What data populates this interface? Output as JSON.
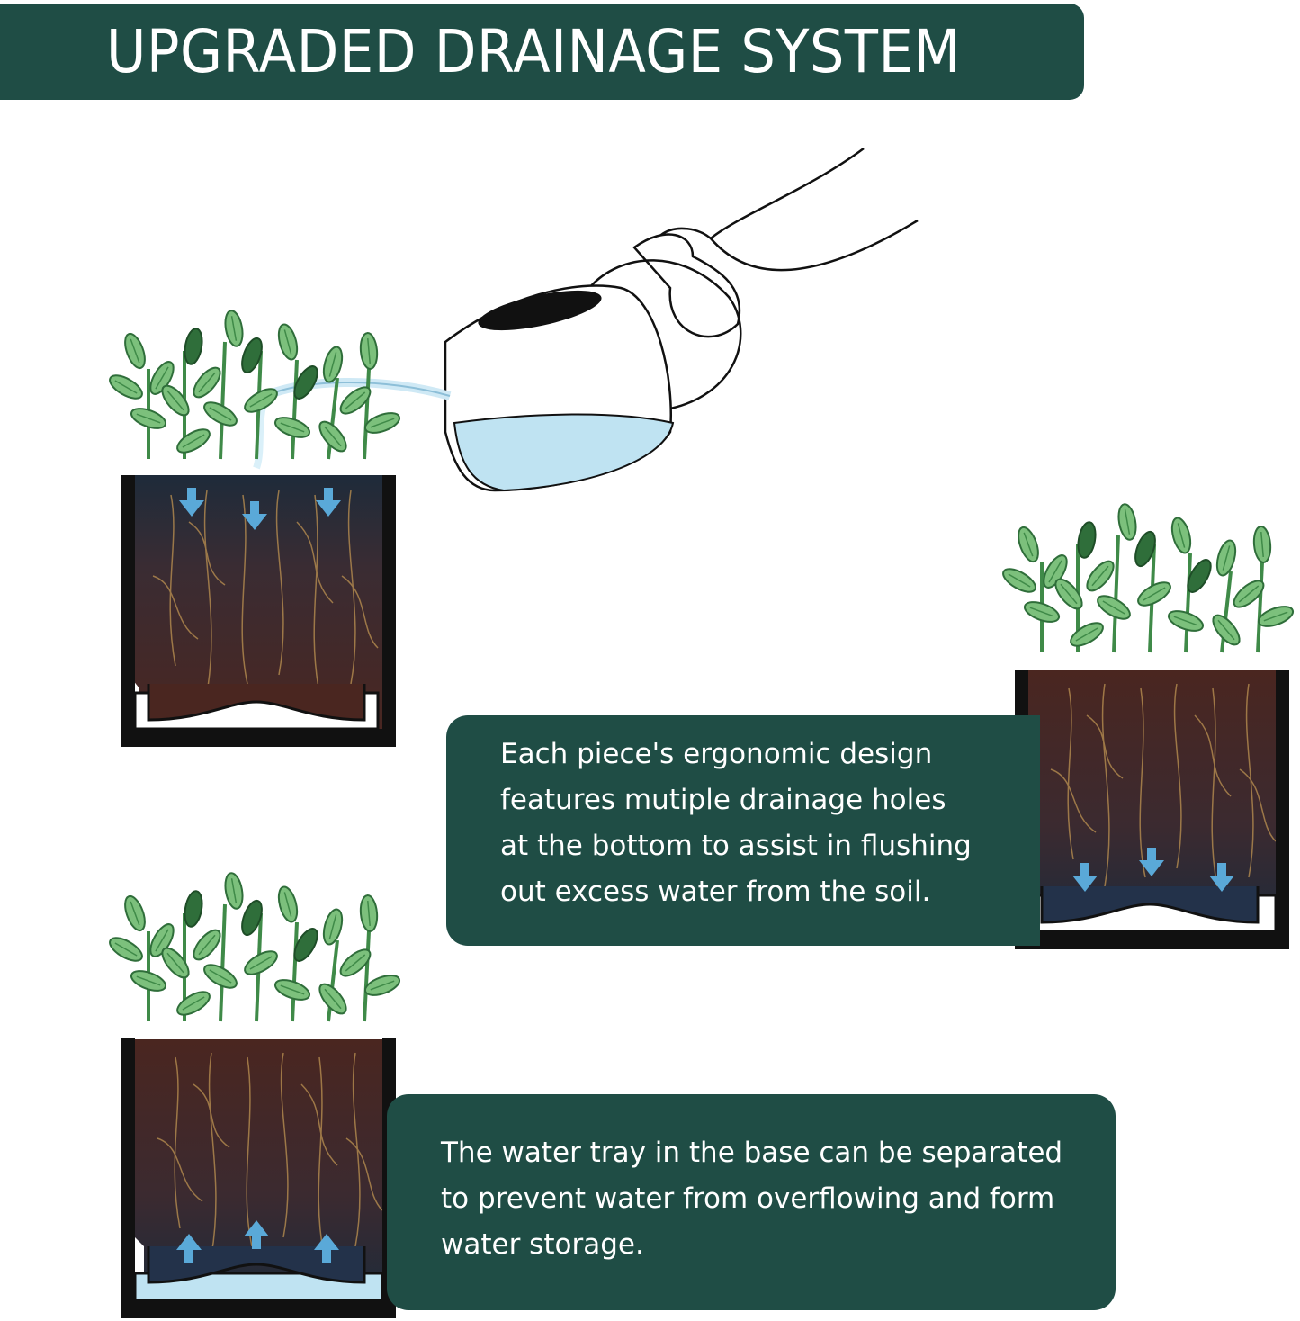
{
  "title": "UPGRADED DRAINAGE SYSTEM",
  "callouts": [
    {
      "text": "Each piece's ergonomic design\nfeatures mutiple drainage holes\nat the bottom to assist in flushing\nout excess water from the soil."
    },
    {
      "text": "The water tray in the base can be separated\nto prevent water from overflowing and form\nwater storage."
    }
  ],
  "colors": {
    "banner": "#1f4d45",
    "leaf_light": "#7cc07c",
    "leaf_dark": "#2f6e3a",
    "soil": "#4a2a22",
    "water": "#bfe3f2",
    "arrow": "#5aa9d8"
  },
  "illustrations": [
    {
      "name": "watering-can-hand",
      "state": "pouring"
    },
    {
      "name": "pot-watering",
      "arrows": "down",
      "arrow_position": "top"
    },
    {
      "name": "pot-draining",
      "arrows": "down",
      "arrow_position": "bottom"
    },
    {
      "name": "pot-water-storage",
      "arrows": "up",
      "arrow_position": "bottom"
    }
  ]
}
